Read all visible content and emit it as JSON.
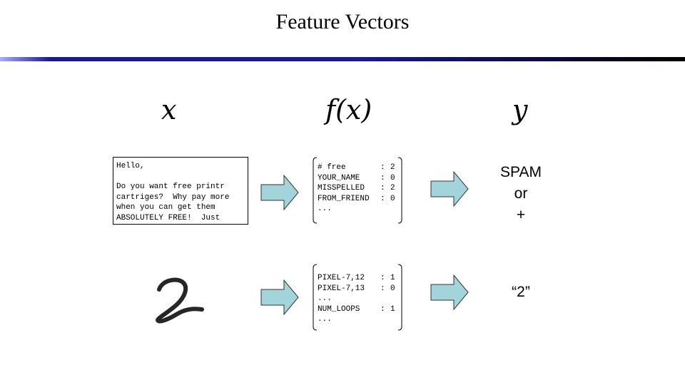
{
  "slide": {
    "title": "Feature Vectors"
  },
  "headers": {
    "x": "x",
    "fx": "f(x)",
    "y": "y"
  },
  "email": {
    "text": "Hello,\n\nDo you want free printr\ncartriges?  Why pay more\nwhen you can get them\nABSOLUTELY FREE!  Just"
  },
  "spam_vector": {
    "rows": [
      {
        "key": "# free",
        "sep": ":",
        "val": "2"
      },
      {
        "key": "YOUR_NAME",
        "sep": ":",
        "val": "0"
      },
      {
        "key": "MISSPELLED",
        "sep": ":",
        "val": "2"
      },
      {
        "key": "FROM_FRIEND",
        "sep": ":",
        "val": "0"
      }
    ],
    "ellipsis": "..."
  },
  "spam_label": {
    "line1": "SPAM",
    "line2": "or",
    "line3": "+"
  },
  "digit_vector": {
    "rows": [
      {
        "key": "PIXEL-7,12",
        "sep": ":",
        "val": "1"
      },
      {
        "key": "PIXEL-7,13",
        "sep": ":",
        "val": "0"
      },
      {
        "key": "...",
        "sep": "",
        "val": ""
      },
      {
        "key": "NUM_LOOPS",
        "sep": ":",
        "val": "1"
      }
    ],
    "ellipsis": "..."
  },
  "digit_label": {
    "text": "“2”"
  },
  "colors": {
    "arrow_fill": "#a3d4dc",
    "rule_dark": "#1a1a8c"
  }
}
